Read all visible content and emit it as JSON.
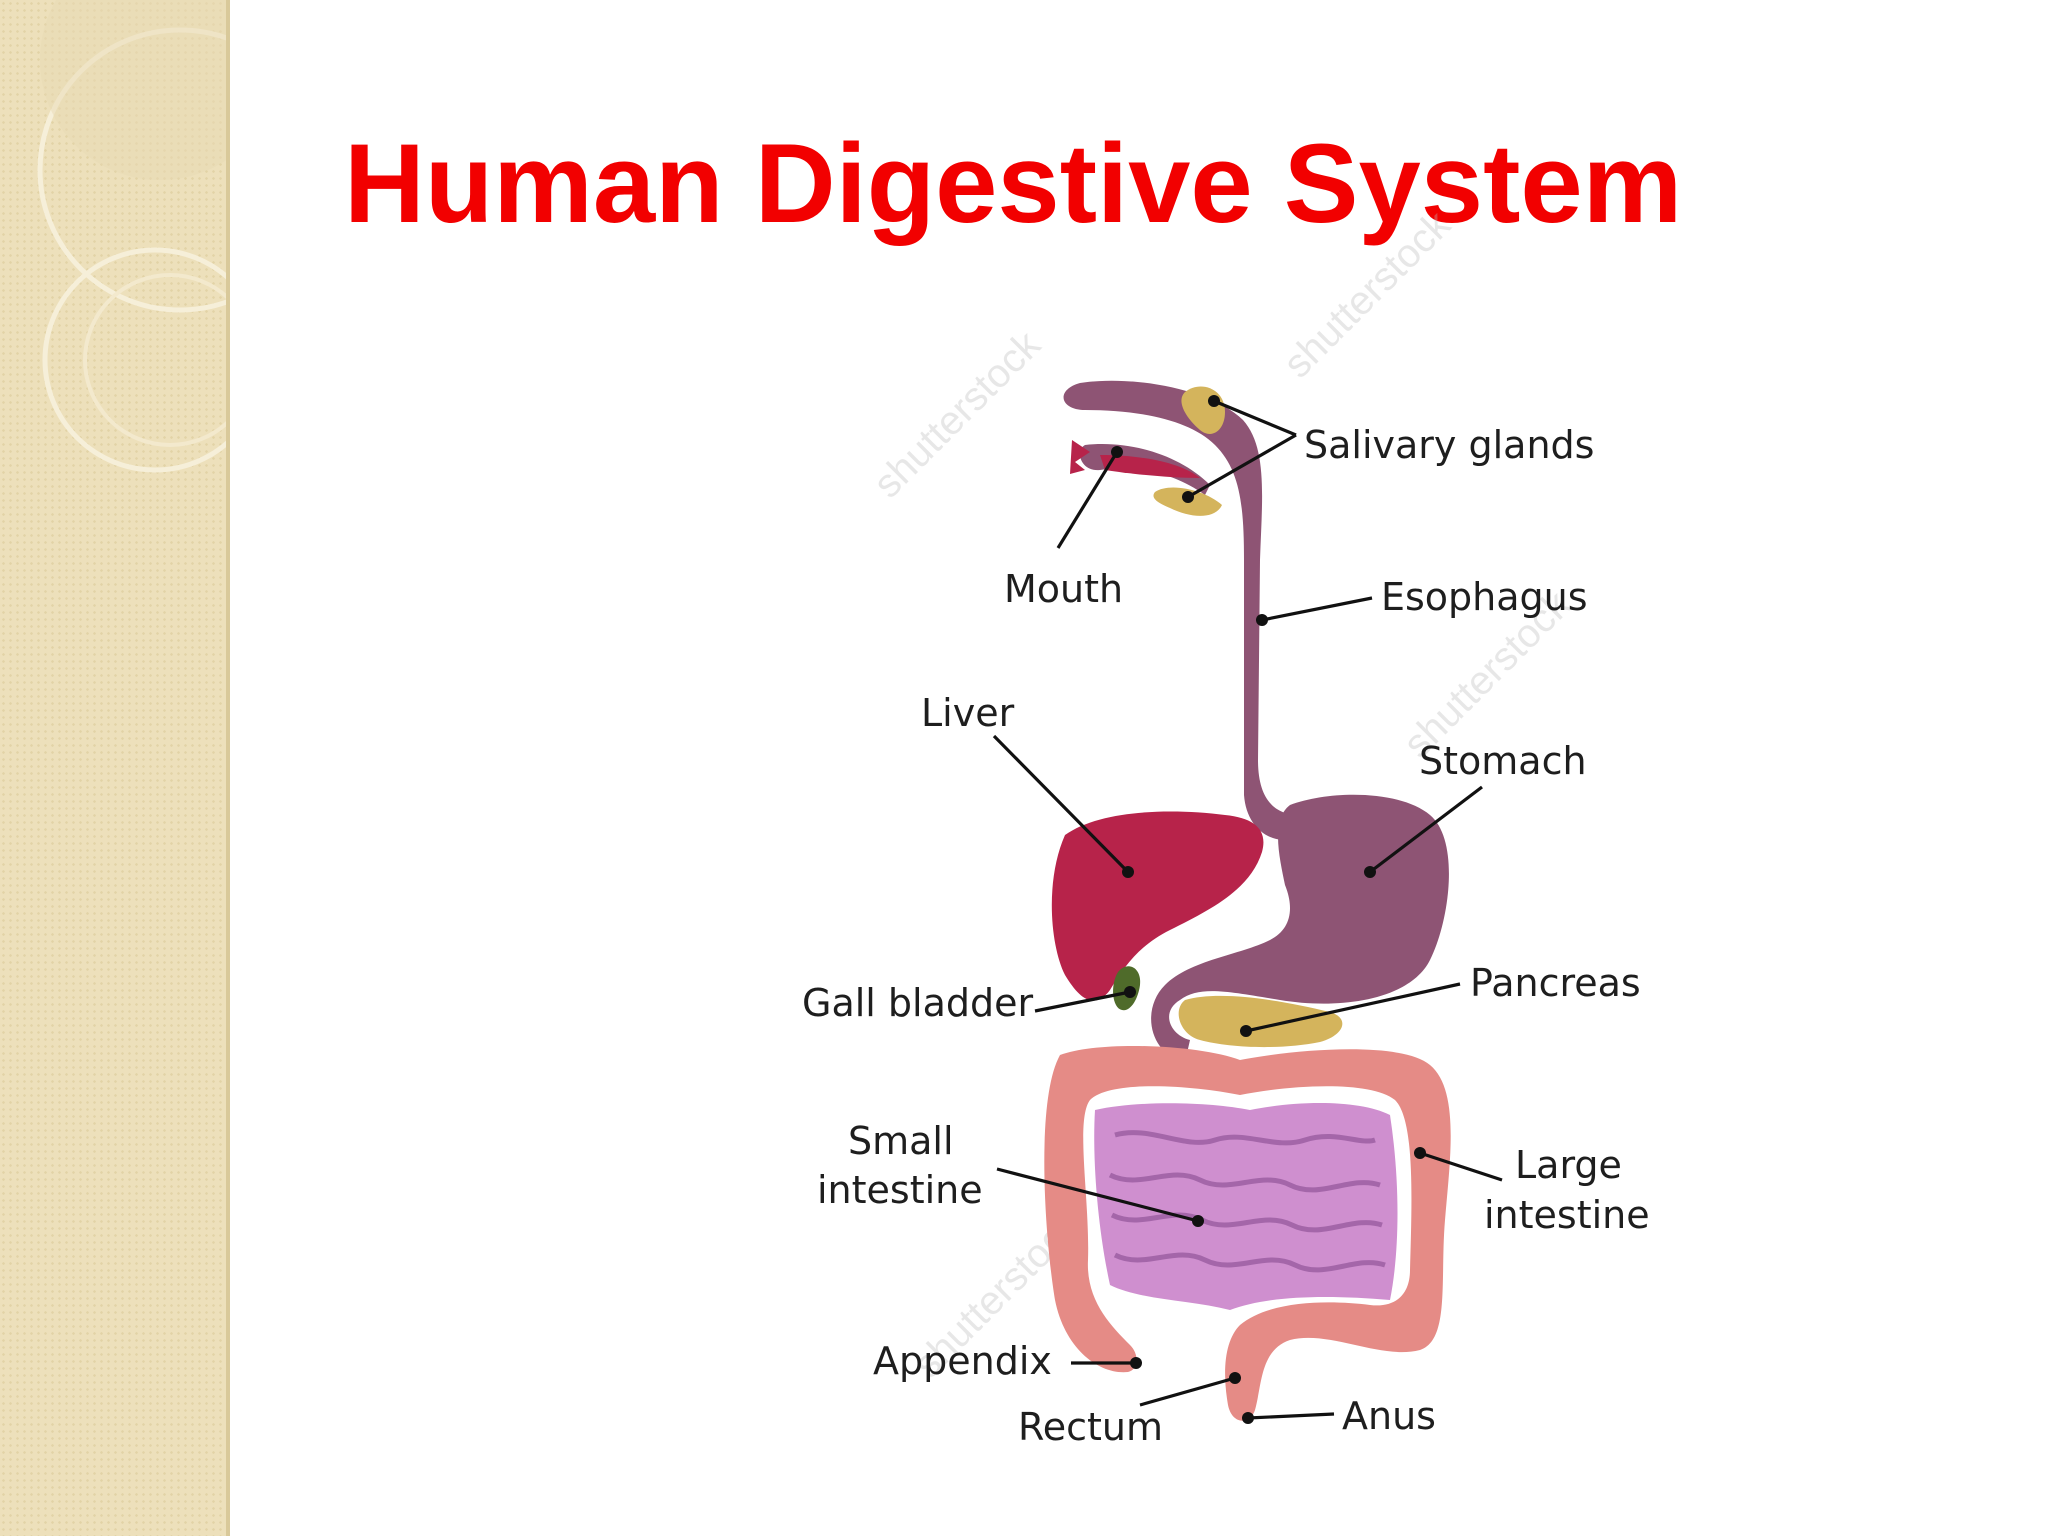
{
  "slide": {
    "title": "Human Digestive System",
    "title_color": "#f20000",
    "side_panel_color": "#ede0bb"
  },
  "diagram": {
    "colors": {
      "esophagus_stomach": "#8e5474",
      "liver": "#b7234a",
      "glands_pancreas": "#d4b45c",
      "gall_bladder": "#4f6b2a",
      "large_intestine": "#e58b86",
      "small_intestine": "#cf8fcf"
    },
    "labels": {
      "salivary_glands": "Salivary glands",
      "mouth": "Mouth",
      "esophagus": "Esophagus",
      "liver": "Liver",
      "stomach": "Stomach",
      "gall_bladder": "Gall bladder",
      "pancreas": "Pancreas",
      "small_intestine_1": "Small",
      "small_intestine_2": "intestine",
      "large_intestine_1": "Large",
      "large_intestine_2": "intestine",
      "appendix": "Appendix",
      "rectum": "Rectum",
      "anus": "Anus"
    },
    "watermark": "shutterstock"
  }
}
